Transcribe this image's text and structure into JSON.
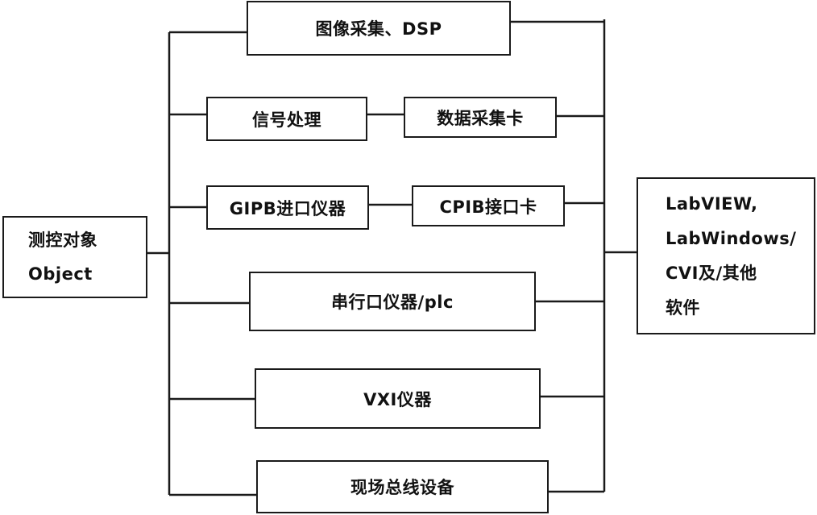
{
  "object_box": {
    "line1": "测控对象",
    "line2": "Object"
  },
  "hardware": {
    "image_dsp": "图像采集、DSP",
    "signal_processing": "信号处理",
    "daq_card": "数据采集卡",
    "gpib_instrument": "GIPB进口仪器",
    "gpib_card": "CPIB接口卡",
    "serial_instrument": "串行口仪器/plc",
    "vxi_instrument": "VXI仪器",
    "fieldbus_device": "现场总线设备"
  },
  "software_box": {
    "line1": "LabVIEW,",
    "line2": "LabWindows/",
    "line3": "CVI及/其他",
    "line4": "软件"
  },
  "colors": {
    "line": "#1a1a1a",
    "box_border": "#1a1a1a",
    "text": "#111111",
    "background": "#ffffff"
  }
}
